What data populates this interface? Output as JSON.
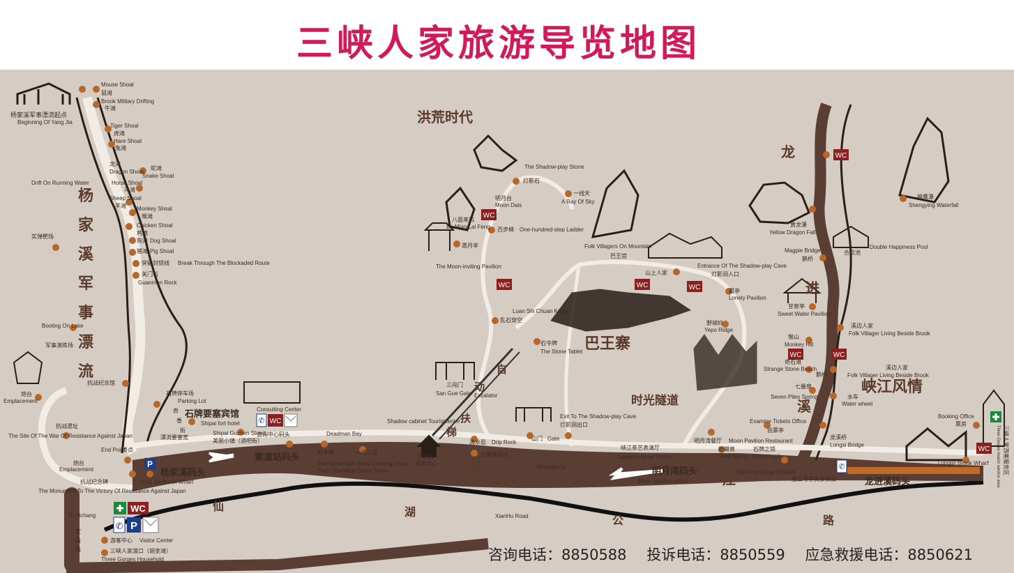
{
  "title": "三峡人家旅游导览地图",
  "regions": {
    "honghuang": "洪荒时代",
    "bawangzhai": "巴王寨",
    "shiguang": "时光隧道",
    "xiajiang": "峡江风情",
    "yangjiaxi": [
      "杨",
      "家",
      "溪",
      "军",
      "事",
      "漂",
      "流"
    ],
    "longjinxi": [
      "龙",
      "进",
      "溪"
    ],
    "changjiang": [
      "长",
      "江"
    ],
    "xianhu": [
      "仙",
      "湖",
      "公",
      "路"
    ],
    "zidong": [
      "自",
      "动",
      "扶",
      "梯"
    ]
  },
  "places": {
    "beginning_cn": "杨家溪军事漂流起点",
    "beginning_en": "Beginning Of Yang Jia",
    "mouse_en": "Mouse Shoal",
    "mouse_cn": "鼠滩",
    "brook_en": "Brook Military Drifting",
    "brook_cn": "牛滩",
    "tiger_en": "Tiger Shoal",
    "tiger_cn": "虎滩",
    "hare_en": "Hare Shoal",
    "hare_cn": "兔滩",
    "dragon_cn": "龙滩",
    "dragon_en": "Dragon Shoal",
    "snake_cn": "蛇滩",
    "snake_en": "Snake Shoal",
    "horse_en": "Horse Shoal",
    "horse_cn": "马滩",
    "sheep_en": "Sheep Shoal",
    "sheep_cn": "羊滩",
    "monkey_en": "Monkey Shoal",
    "monkey_cn": "猴滩",
    "chicken_en": "Chicken Shoal",
    "chicken_cn": "鸡滩",
    "dog_cn": "狗滩",
    "dog_en": "Dog Shoal",
    "pig_cn": "猪滩",
    "pig_en": "Pig Shoal",
    "breakthrough_cn": "突破封锁线",
    "breakthrough_en": "Break Through The Blockaded Route",
    "guanmen_cn": "关门石",
    "guanmen_en": "Guanmen Rock",
    "drift_en": "Drift On Running Water",
    "shidan_cn": "实弹靶场",
    "booting_en": "Booting On Lake",
    "drill_cn": "军事演练场",
    "memorial_cn": "抗战纪念馆",
    "emplacement1_cn": "炮台",
    "emplacement1_en": "Emplacement",
    "site_cn": "抗战遗址",
    "site_en": "The Site Of The War Of Resistance Against Japan",
    "endpoint_en": "End Point",
    "endpoint_cn": "终点",
    "emplacement2_cn": "炮台",
    "emplacement2_en": "Emplacement",
    "monument_cn": "抗战纪念碑",
    "monument_en": "The Monument To The Victory Of Resistance Against Japan",
    "yangjia_wharf_cn": "杨家溪码头",
    "yangjia_wharf_en": "Yang Jia Brook Wharf",
    "parking_cn": "石牌停车场",
    "parking_en": "Parking Lot",
    "hotel_cn": "石牌要塞宾馆",
    "hotel_en": "Shipai fort hotel",
    "qixiangjie": [
      "奇",
      "香",
      "街"
    ],
    "fortress_st_cn": "漂流要塞宽",
    "street_en": "Shipai Guzhen Street",
    "street_cn": "美丽小镇（酒吧街）",
    "consult_cn": "咨询中心码头",
    "consult_en": "Consulting Center",
    "suodao_cn": "索道站码头",
    "stone_music_cn": "石令牌",
    "stone_music_en1": "The Stone With Birds Chirping Once",
    "stone_music_en2": "Then Sounding Chree Times",
    "yishan_cn": "一呼三应",
    "deadman_en": "Deadman Bay",
    "tourist_center_en": "Shadow cabinet Touristcenter",
    "tourist_center_cn": "游客中心",
    "shadow_cn": "灯影阁",
    "drip_cn": "滴水岩",
    "drip_en": "Drip Rock",
    "shadow_wharf_cn": "灯影阁码头",
    "shanmen_cn": "山门",
    "shanmen_en": "Gate",
    "exit_en": "Exit To The Shadow-play Cave",
    "exit_cn": "灯影洞出口",
    "sanguo_cn": "三闯门",
    "sanguo_en": "San Gue Gate",
    "escalator_en": "Escalator",
    "stone_tablet_cn": "石令牌",
    "stone_tablet_en": "The Stone Tablet",
    "luanshi_cn": "乱石穿空",
    "luanshi_en": "Luan Shi Chuan Kong",
    "moon_invite_cn": "邀月亭",
    "moon_invite_en": "The Moon-inviting Pavilion",
    "bamian_cn": "八面来风",
    "bamian_en": "Ba Mian Lai Feng",
    "moondais_cn": "明月台",
    "moondais_en": "Moon Dais",
    "hundred_cn": "百步梯",
    "hundred_en": "One-hundred-step Ladder",
    "shadow_stone_en": "The Shadow-play Stone",
    "shadow_stone_cn": "灯影石",
    "sky_cn": "一线天",
    "sky_en": "A Ray Of Sky",
    "folk_mountain_en": "Folk Villagers On Mountain",
    "folk_mountain_cn": "巴王宫",
    "shanshang_cn": "山上人家",
    "entrance_en": "Entrance Of The Shadow-play Cave",
    "entrance_cn": "灯影洞入口",
    "lonely_cn": "孤亭",
    "lonely_en": "Lonely Pavilion",
    "yepo_cn": "野坡岭",
    "yepo_en": "Yepo Ridge",
    "customs_en": "Customs Show Room",
    "customs_cn": "峡江茶艺表演厅",
    "moonpav_cn": "明月湾餐厅",
    "moonpav_en": "Moon Pavilion Restaurant",
    "toad_cn": "蛤蟆泉",
    "toad_en": "Toad Spring",
    "shipai_cn": "石牌之锁",
    "shipai_en": "Shipai Lock",
    "moon_wharf_cn": "明月湾码头",
    "moon_wharf_en": "Moon pavilion wharf",
    "tickets_en": "Examine Tickets Office",
    "tickets_cn": "验票亭",
    "first_gorge_en": "The First Gorge Pavilion",
    "boat_cn": "船工号子实景表演",
    "strange_cn": "奇石滩",
    "strange_en": "Strange Stone Beach",
    "seven_cn": "七叠泉",
    "seven_en": "Seven Piles Spring",
    "monkeyhill_cn": "猴山",
    "monkeyhill_en": "Monkey Hill",
    "sweet_cn": "甘泉亭",
    "sweet_en": "Sweet Water Pavilion",
    "yellow_cn": "黄龙瀑",
    "yellow_en": "Yellow Dragon Fall",
    "magpie_en": "Magpie Bridge",
    "magpie_cn": "鹊桥",
    "hehuan_cn": "合欢池",
    "hehuan_en": "Double Happiness Pool",
    "shengying_cn": "神鹰瀑",
    "shengying_en": "Shengying Waterfall",
    "folk1_cn": "溪边人家",
    "folk1_en": "Folk Villager Living Beside Brook",
    "folk2_cn": "溪边人家",
    "folk2_en": "Folk Villager Living Beside Brook",
    "dalianzi_cn": "鹅桥",
    "waterwheel_cn": "水车",
    "waterwheel_en": "Water wheel",
    "longxi_bridge_cn": "龙溪桥",
    "longxi_bridge_en": "Longxi Bridge",
    "booking_en": "Booking Office",
    "booking_cn": "票房",
    "longjin_wharf_cn": "龙进溪码头",
    "longjin_wharf_en": "Longjin Brook Wharf",
    "changjiang_en": "Changjiang",
    "xianhu_road_en": "XianHu Road",
    "visitor_cn": "游客中心",
    "visitor_en": "Visitor Center",
    "household_cn": "三峡人家渡口（胡金滩）",
    "household_en": "Three Gorges Household",
    "to_yichang_en": "To Yichang",
    "yichang_road": [
      "宜",
      "昌",
      "路"
    ],
    "service_cn": "三峡人家游客服务区",
    "service_en": "Three Gorges tourist service area"
  },
  "labels": {
    "wc": "WC",
    "parking": "P"
  },
  "contacts": {
    "consult": "咨询电话：8850588",
    "complaint": "投诉电话：8850559",
    "rescue": "应急救援电话：8850621"
  },
  "colors": {
    "title": "#d01a5a",
    "ground": "#d5ccc4",
    "river": "#5a3e34",
    "path": "#f2ece6",
    "poi": "#b5682a",
    "wc_bg": "#8b2020",
    "parking_bg": "#1a3e8a",
    "firstaid": "#1a8a3a"
  }
}
